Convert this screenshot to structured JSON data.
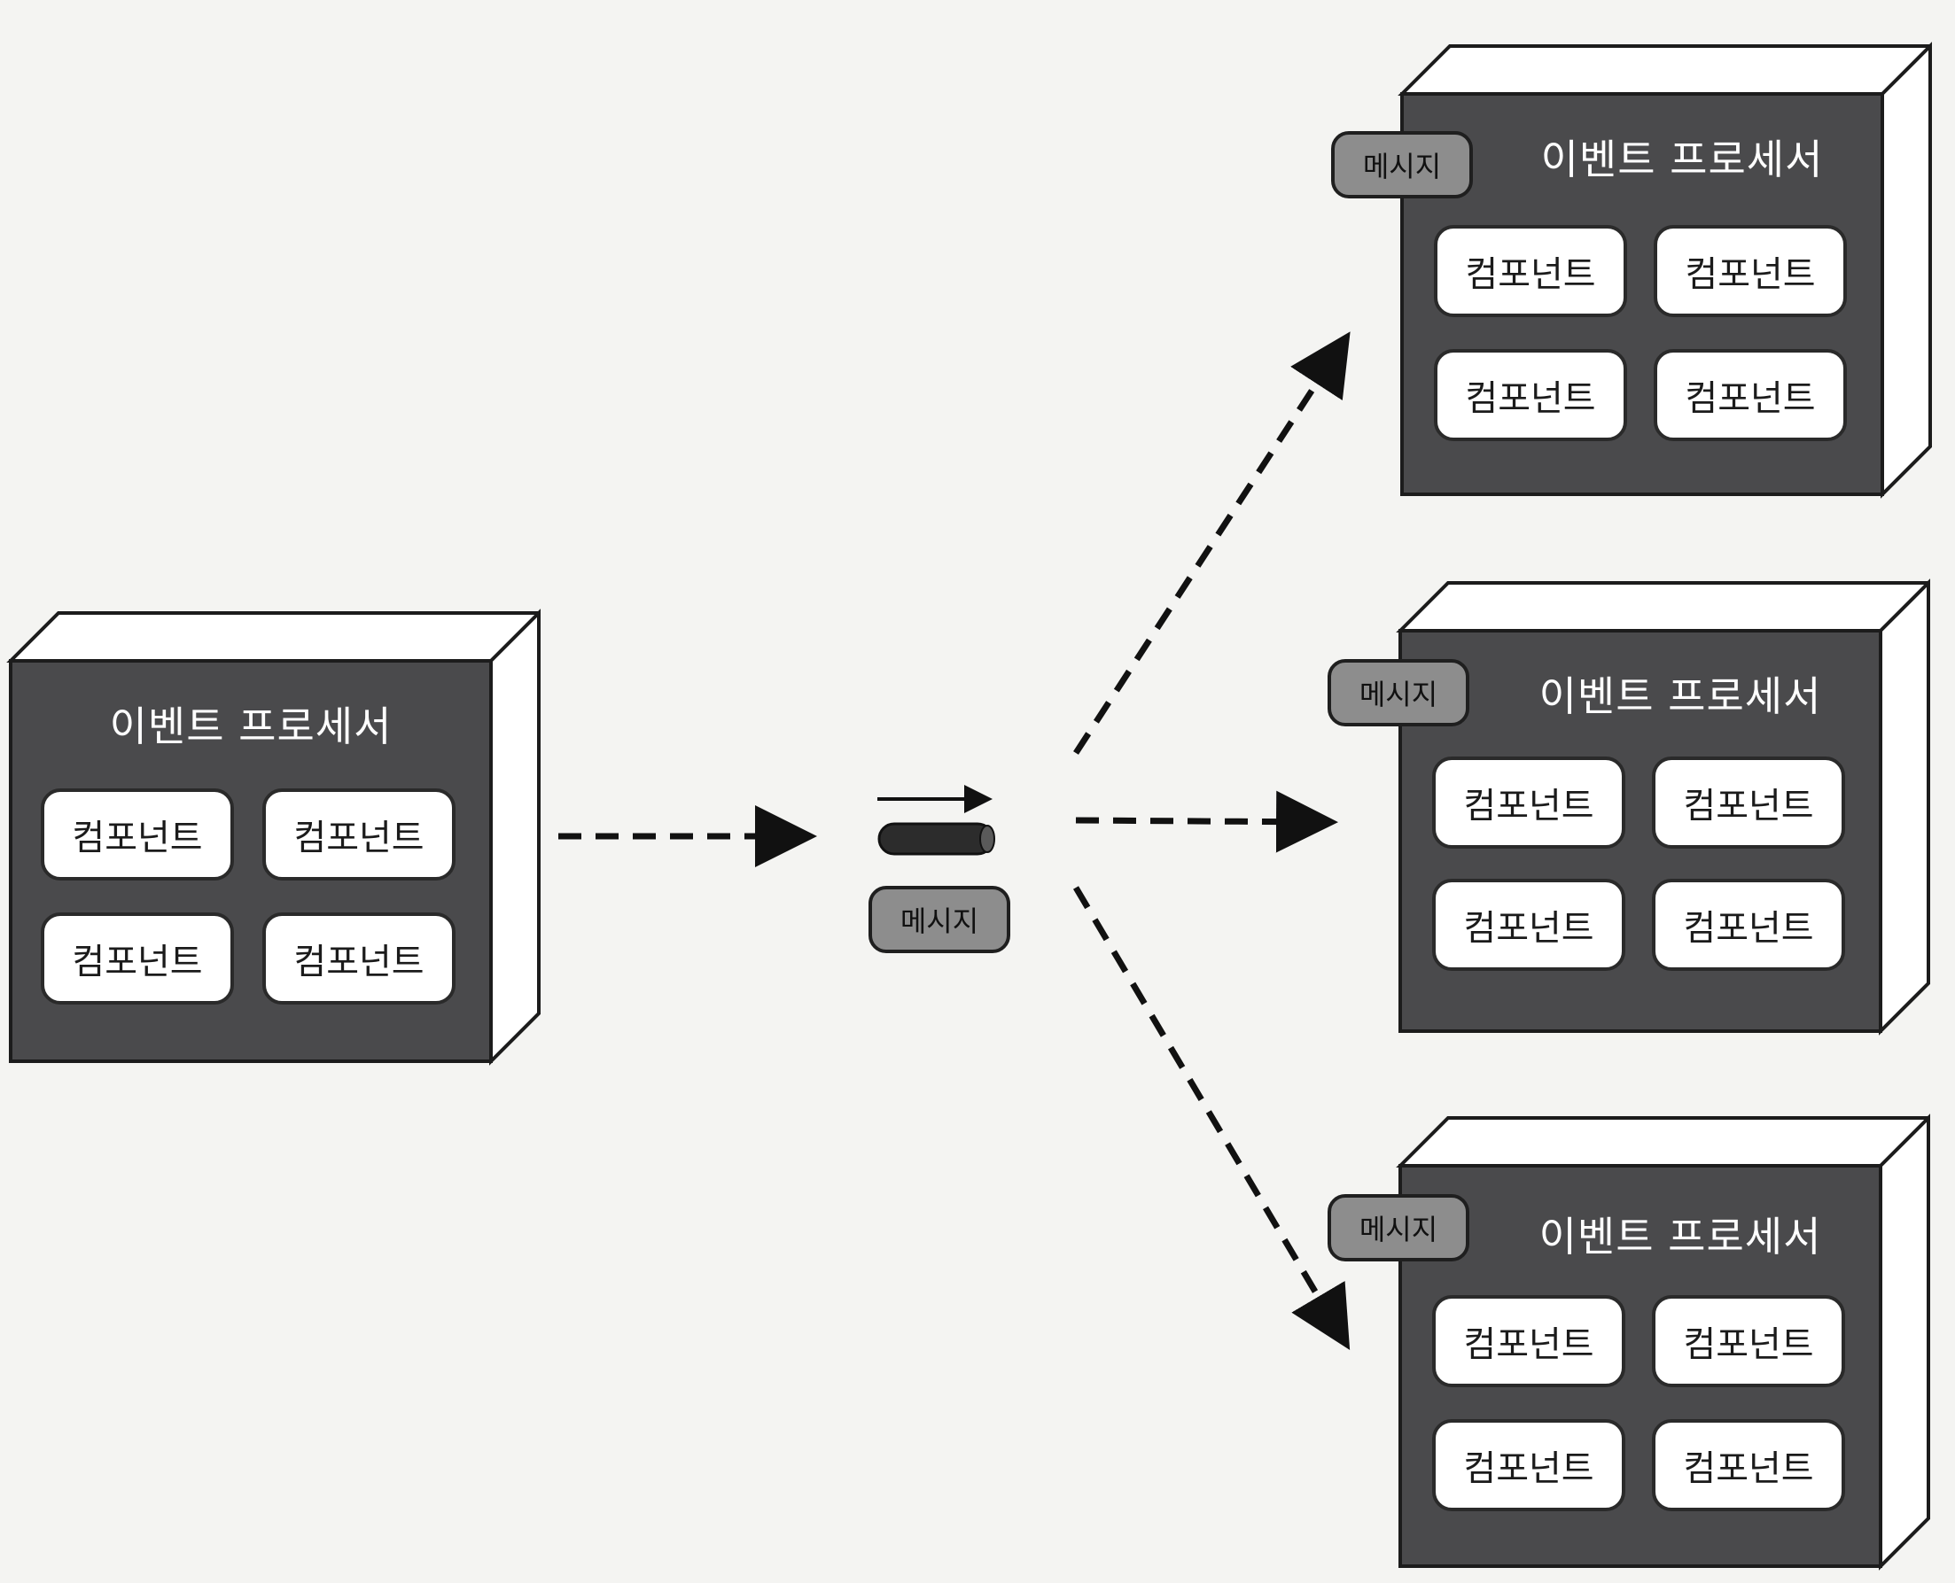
{
  "source": {
    "title": "이벤트 프로세서",
    "components": [
      "컴포넌트",
      "컴포넌트",
      "컴포넌트",
      "컴포넌트"
    ]
  },
  "channel": {
    "message_label": "메시지"
  },
  "targets": [
    {
      "message_label": "메시지",
      "title": "이벤트 프로세서",
      "components": [
        "컴포넌트",
        "컴포넌트",
        "컴포넌트",
        "컴포넌트"
      ]
    },
    {
      "message_label": "메시지",
      "title": "이벤트 프로세서",
      "components": [
        "컴포넌트",
        "컴포넌트",
        "컴포넌트",
        "컴포넌트"
      ]
    },
    {
      "message_label": "메시지",
      "title": "이벤트 프로세서",
      "components": [
        "컴포넌트",
        "컴포넌트",
        "컴포넌트",
        "컴포넌트"
      ]
    }
  ],
  "colors": {
    "background": "#f4f4f2",
    "processor_face": "#4a4a4c",
    "processor_edge": "#ffffff",
    "message_tag": "#8d8d8d",
    "line": "#111111"
  }
}
